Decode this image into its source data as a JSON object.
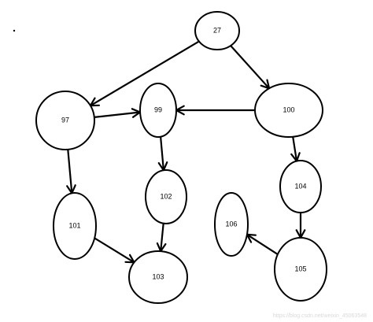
{
  "nodes": [
    {
      "id": "27",
      "label": "27"
    },
    {
      "id": "97",
      "label": "97"
    },
    {
      "id": "99",
      "label": "99"
    },
    {
      "id": "100",
      "label": "100"
    },
    {
      "id": "101",
      "label": "101"
    },
    {
      "id": "102",
      "label": "102"
    },
    {
      "id": "103",
      "label": "103"
    },
    {
      "id": "104",
      "label": "104"
    },
    {
      "id": "105",
      "label": "105"
    },
    {
      "id": "106",
      "label": "106"
    }
  ],
  "edges": [
    {
      "from": "27",
      "to": "97"
    },
    {
      "from": "27",
      "to": "100"
    },
    {
      "from": "97",
      "to": "99"
    },
    {
      "from": "100",
      "to": "99"
    },
    {
      "from": "97",
      "to": "101"
    },
    {
      "from": "99",
      "to": "102"
    },
    {
      "from": "101",
      "to": "103"
    },
    {
      "from": "102",
      "to": "103"
    },
    {
      "from": "100",
      "to": "104"
    },
    {
      "from": "104",
      "to": "105"
    },
    {
      "from": "105",
      "to": "106"
    }
  ],
  "colors": {
    "stroke": "#000000",
    "background": "#ffffff",
    "watermark": "#d9d9d9"
  },
  "watermark": "https://blog.csdn.net/weixin_45063548"
}
